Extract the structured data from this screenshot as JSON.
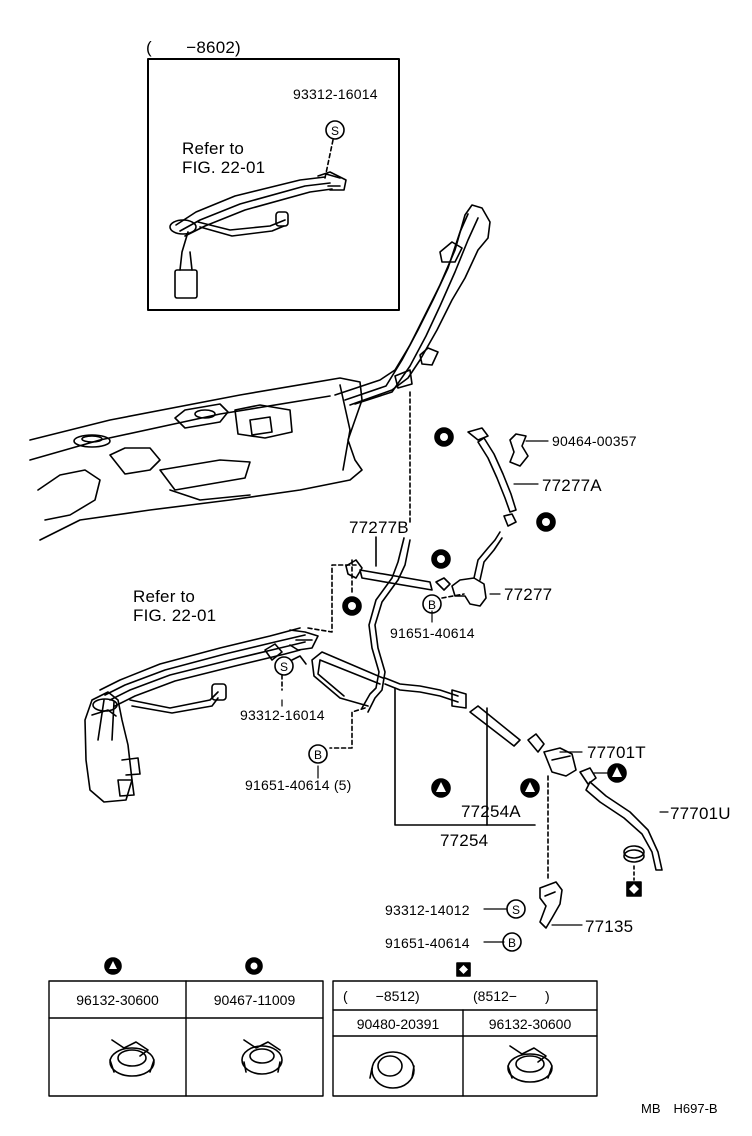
{
  "inset": {
    "range_label": "(　　−8602)",
    "part_screw": "93312-16014",
    "refer_line1": "Refer to",
    "refer_line2": "FIG. 22-01"
  },
  "callouts": {
    "p90464": "90464-00357",
    "p77277A": "77277A",
    "p77277B": "77277B",
    "p77277": "77277",
    "p91651a": "91651-40614",
    "refer_line1": "Refer to",
    "refer_line2": "FIG. 22-01",
    "p93312a": "93312-16014",
    "p91651b": "91651-40614 (5)",
    "p77701T": "77701T",
    "p77254A": "77254A",
    "p77254": "77254",
    "p77701U": "77701U",
    "p93312b": "93312-14012",
    "p91651c": "91651-40614",
    "p77135": "77135"
  },
  "symbols": {
    "S": "S",
    "B": "B"
  },
  "legend_left": {
    "headers": [
      "96132-30600",
      "90467-11009"
    ]
  },
  "legend_right": {
    "ranges": [
      "(　　−8512)",
      "(8512−　　)"
    ],
    "parts": [
      "90480-20391",
      "96132-30600"
    ]
  },
  "footer": "MB　H697-B"
}
